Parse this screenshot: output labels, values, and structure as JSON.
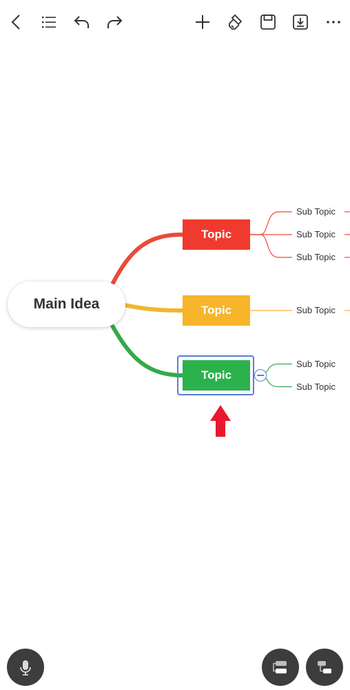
{
  "toolbar": {
    "icons": [
      "back-icon",
      "outline-list-icon",
      "undo-icon",
      "redo-icon",
      "add-icon",
      "format-brush-icon",
      "save-icon",
      "export-icon",
      "more-icon"
    ]
  },
  "mindmap": {
    "main_idea": "Main Idea",
    "topics": [
      {
        "label": "Topic",
        "color": "#f03a2e",
        "line_color": "#e84b3c",
        "subtopics": [
          "Sub Topic",
          "Sub Topic",
          "Sub Topic"
        ]
      },
      {
        "label": "Topic",
        "color": "#f7b52b",
        "line_color": "#f2b530",
        "subtopics": [
          "Sub Topic"
        ]
      },
      {
        "label": "Topic",
        "color": "#2bb24c",
        "line_color": "#33aa4a",
        "subtopics": [
          "Sub Topic",
          "Sub Topic"
        ],
        "selected": true
      }
    ]
  },
  "fab": {
    "left_icon": "microphone-icon",
    "right_icons": [
      "add-sibling-topic-icon",
      "add-subtopic-icon"
    ],
    "background": "#3d3d3d"
  },
  "annotation": {
    "arrow_color": "#e8192c"
  }
}
